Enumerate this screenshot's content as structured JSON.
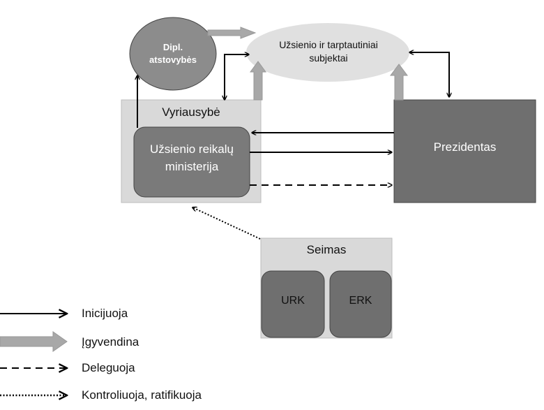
{
  "nodes": {
    "dipl": "Dipl. atstovybės",
    "subjects": "Užsienio ir tarptautiniai subjektai",
    "government": "Vyriausybė",
    "ministry": "Užsienio reikalų ministerija",
    "president": "Prezidentas",
    "seimas": "Seimas",
    "urk": "URK",
    "erk": "ERK"
  },
  "legend": [
    {
      "style": "solid-arrow",
      "label": "Inicijuoja"
    },
    {
      "style": "wide-gray-arrow",
      "label": "Įgyvendina"
    },
    {
      "style": "dashed-arrow",
      "label": "Deleguoja"
    },
    {
      "style": "dotted-arrow",
      "label": "Kontroliuoja, ratifikuoja"
    }
  ],
  "colors": {
    "light_box": "#d9d9d9",
    "dark_box": "#6f6f6f",
    "mid_box": "#808080",
    "ellipse_light": "#e0e0e0",
    "ellipse_dark": "#8c8c8c",
    "gray_arrow": "#a8a8a8",
    "line": "#000000"
  }
}
